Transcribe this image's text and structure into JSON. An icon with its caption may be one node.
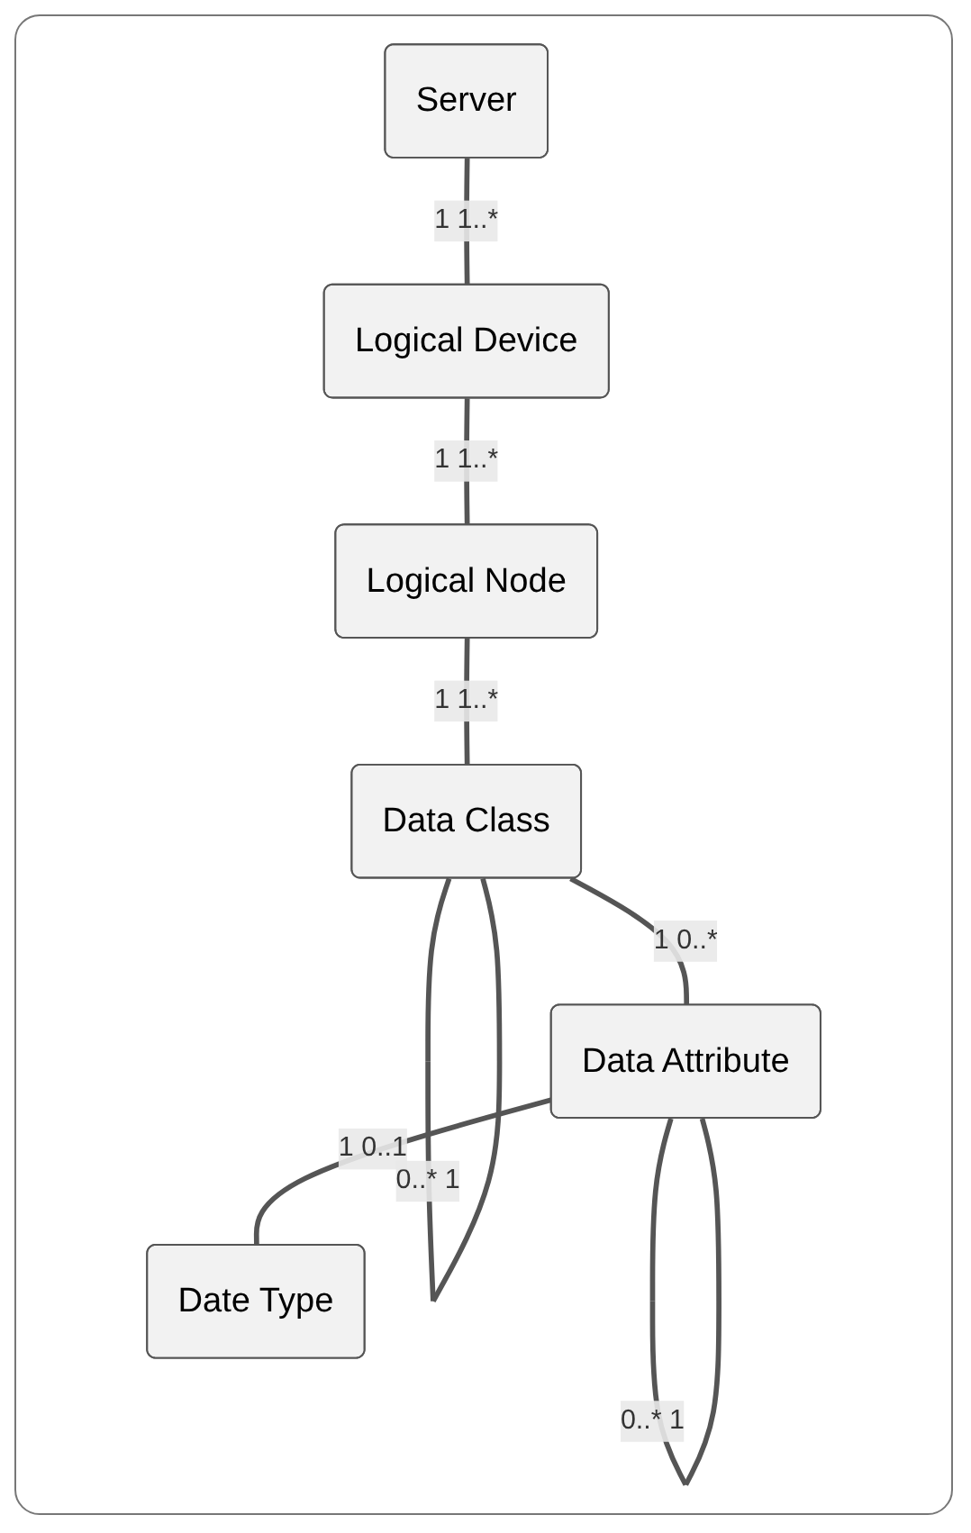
{
  "diagram": {
    "nodes": [
      {
        "text": [
          "Server"
        ]
      },
      {
        "text": [
          "Logical Device"
        ]
      },
      {
        "text": [
          "Logical Node"
        ]
      },
      {
        "text": [
          "Data Class"
        ]
      },
      {
        "text": [
          "Data Attribute"
        ]
      },
      {
        "text": [
          "Date Type"
        ]
      }
    ],
    "edges": [
      {
        "from": 0,
        "to": 1,
        "arrow": "none",
        "label": "1 1..*"
      },
      {
        "from": 1,
        "to": 2,
        "arrow": "none",
        "label": "1 1..*"
      },
      {
        "from": 2,
        "to": 3,
        "arrow": "none",
        "label": "1 1..*"
      },
      {
        "from": 3,
        "to": 3,
        "arrow": "none",
        "label": "0..* 1"
      },
      {
        "from": 3,
        "to": 4,
        "arrow": "none",
        "label": "1 0..*"
      },
      {
        "from": 4,
        "to": 4,
        "arrow": "none",
        "label": "0..* 1"
      },
      {
        "from": 4,
        "to": 5,
        "arrow": "none",
        "label": "1 0..1"
      }
    ]
  }
}
